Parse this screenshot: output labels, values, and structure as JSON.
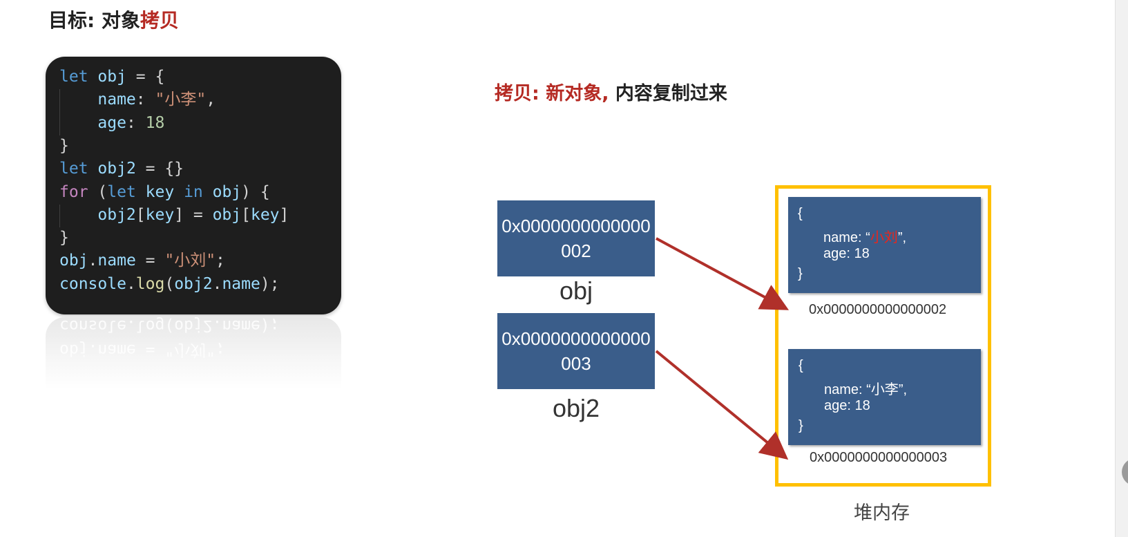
{
  "title": {
    "prefix": "目标: 对象",
    "accent": "拷贝"
  },
  "code": {
    "lines": [
      [
        [
          "kw",
          "let"
        ],
        [
          "pun",
          " "
        ],
        [
          "var",
          "obj"
        ],
        [
          "pun",
          " = {"
        ]
      ],
      [
        [
          "pun",
          "    "
        ],
        [
          "var",
          "name"
        ],
        [
          "pun",
          ": "
        ],
        [
          "str",
          "\"小李\""
        ],
        [
          "pun",
          ","
        ]
      ],
      [
        [
          "pun",
          "    "
        ],
        [
          "var",
          "age"
        ],
        [
          "pun",
          ": "
        ],
        [
          "num",
          "18"
        ]
      ],
      [
        [
          "pun",
          "}"
        ]
      ],
      [
        [
          "kw",
          "let"
        ],
        [
          "pun",
          " "
        ],
        [
          "var",
          "obj2"
        ],
        [
          "pun",
          " = {}"
        ]
      ],
      [
        [
          "kw2",
          "for"
        ],
        [
          "pun",
          " ("
        ],
        [
          "kw",
          "let"
        ],
        [
          "pun",
          " "
        ],
        [
          "var",
          "key"
        ],
        [
          "pun",
          " "
        ],
        [
          "kw",
          "in"
        ],
        [
          "pun",
          " "
        ],
        [
          "var",
          "obj"
        ],
        [
          "pun",
          ") {"
        ]
      ],
      [
        [
          "pun",
          "    "
        ],
        [
          "var",
          "obj2"
        ],
        [
          "pun",
          "["
        ],
        [
          "var",
          "key"
        ],
        [
          "pun",
          "] = "
        ],
        [
          "var",
          "obj"
        ],
        [
          "pun",
          "["
        ],
        [
          "var",
          "key"
        ],
        [
          "pun",
          "]"
        ]
      ],
      [
        [
          "pun",
          "}"
        ]
      ],
      [
        [
          "var",
          "obj"
        ],
        [
          "pun",
          "."
        ],
        [
          "var",
          "name"
        ],
        [
          "pun",
          " = "
        ],
        [
          "str",
          "\"小刘\""
        ],
        [
          "pun",
          ";"
        ]
      ],
      [
        [
          "var",
          "console"
        ],
        [
          "pun",
          "."
        ],
        [
          "fn",
          "log"
        ],
        [
          "pun",
          "("
        ],
        [
          "var",
          "obj2"
        ],
        [
          "pun",
          "."
        ],
        [
          "var",
          "name"
        ],
        [
          "pun",
          ");"
        ]
      ]
    ],
    "reflection": [
      "console.log(obj2.name);",
      "obj.name = \"小刘\";"
    ],
    "colors": {
      "bg": "#1e1e1e",
      "keyword": "#569cd6",
      "control": "#c586c0",
      "variable": "#9cdcfe",
      "string": "#ce9178",
      "number": "#b5cea8",
      "function": "#dcdcaa"
    }
  },
  "subtitle": {
    "accent": "拷贝: 新对象,",
    "rest": " 内容复制过来"
  },
  "stack": [
    {
      "address": "0x0000000000000002",
      "label": "obj"
    },
    {
      "address": "0x0000000000000003",
      "label": "obj2"
    }
  ],
  "heap": {
    "label": "堆内存",
    "objects": [
      {
        "open": "{",
        "name_prefix": "name: “",
        "name_value": "小刘",
        "name_suffix": "”,",
        "age": "age: 18",
        "close": "}",
        "highlight": true,
        "address": "0x0000000000000002"
      },
      {
        "open": "{",
        "name_prefix": "name: “",
        "name_value": "小李",
        "name_suffix": "”,",
        "age": "age: 18",
        "close": "}",
        "highlight": false,
        "address": "0x0000000000000003"
      }
    ]
  },
  "colors": {
    "accent": "#b52a23",
    "box": "#3a5d8a",
    "heap_border": "#ffc000",
    "arrow": "#b0302a",
    "highlight": "#e8261c"
  }
}
